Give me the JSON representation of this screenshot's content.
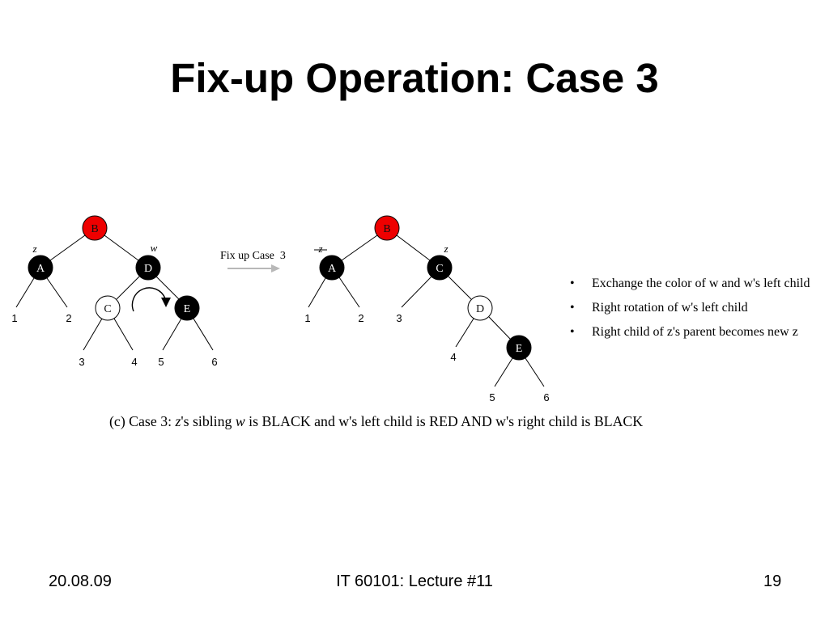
{
  "slide": {
    "title": "Fix-up Operation: Case 3",
    "footer": {
      "date": "20.08.09",
      "course": "IT 60101: Lecture #11",
      "page_number": "19"
    }
  },
  "colors": {
    "transition_arrow": "#b8b8b8",
    "rotation_arrow": "#000000"
  },
  "diagram": {
    "before": {
      "nodes": [
        {
          "label": "B",
          "fill": "#ee0000"
        },
        {
          "label": "A",
          "fill": "#000000"
        },
        {
          "label": "D",
          "fill": "#000000"
        },
        {
          "label": "C",
          "fill": "#ffffff"
        },
        {
          "label": "E",
          "fill": "#000000"
        }
      ],
      "pointers": {
        "z": "z",
        "w": "w"
      },
      "subtrees": [
        "1",
        "2",
        "3",
        "4",
        "5",
        "6"
      ]
    },
    "transition_label": "Fix up Case  3",
    "after": {
      "nodes": [
        {
          "label": "B",
          "fill": "#ee0000"
        },
        {
          "label": "A",
          "fill": "#000000"
        },
        {
          "label": "C",
          "fill": "#000000"
        },
        {
          "label": "D",
          "fill": "#ffffff"
        },
        {
          "label": "E",
          "fill": "#000000"
        }
      ],
      "pointers": {
        "old_z": "z",
        "new_z": "z"
      },
      "subtrees": [
        "1",
        "2",
        "3",
        "4",
        "5",
        "6"
      ]
    },
    "caption": {
      "prefix": "(c) Case 3: ",
      "z": "z",
      "middle": "'s sibling ",
      "w": "w",
      "suffix": " is BLACK and w's left child is RED AND w's right child is BLACK"
    }
  },
  "notes": {
    "bullet_glyph": "•",
    "items": [
      "Exchange the color of w and w's left child",
      "Right rotation of w's left child",
      "Right child of z's parent becomes new z"
    ]
  }
}
